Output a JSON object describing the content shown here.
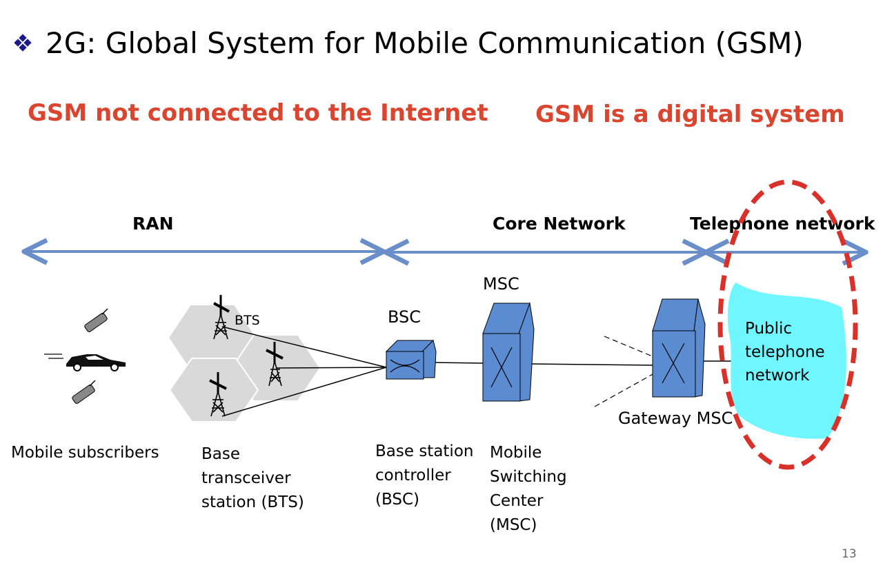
{
  "slide": {
    "title": "2G: Global System for Mobile Communication (GSM)",
    "bullet_icon": "diamond-bullet-icon",
    "page_number": "13"
  },
  "headlines": {
    "left": "GSM not connected to the Internet",
    "right": "GSM is a digital system",
    "color": "#d9452f"
  },
  "sections": {
    "ran": "RAN",
    "core": "Core Network",
    "telephone": "Telephone network",
    "arrow_color": "#6a8fc8"
  },
  "nodes": {
    "bts_label": "BTS",
    "bsc_label": "BSC",
    "msc_label": "MSC",
    "gateway_label": "Gateway MSC",
    "pstn_label_lines": [
      "Public",
      "telephone",
      "network"
    ],
    "box_color": "#5b8bd1",
    "cloud_color": "#6ff6ff",
    "hex_color": "#d9d9d9"
  },
  "captions": {
    "mobile": "Mobile subscribers",
    "bts": [
      "Base",
      "transceiver",
      "station (BTS)"
    ],
    "bsc": [
      "Base station",
      "controller",
      "(BSC)"
    ],
    "msc": [
      "Mobile",
      "Switching",
      "Center",
      "(MSC)"
    ]
  },
  "highlight": {
    "shape": "dashed-ellipse",
    "color": "#d9302a"
  }
}
